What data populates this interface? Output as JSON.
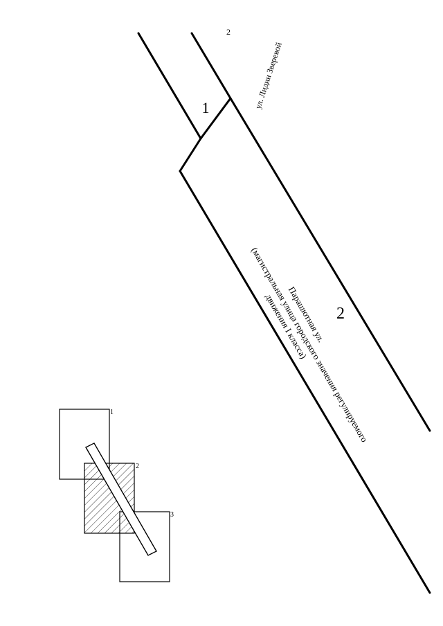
{
  "sheet": {
    "top_label": "2",
    "zone_labels": {
      "zone1": "1",
      "zone2": "2"
    }
  },
  "streets": {
    "lidii_zverevoi": "ул. Лидии Зверевой",
    "parashyutnaya_name": "Парашютная ул.",
    "parashyutnaya_desc_line1": "(магистральная улица городского значения регулируемого",
    "parashyutnaya_desc_line2": "движения  I класса)"
  },
  "index_map": {
    "sheet_labels": [
      "1",
      "2",
      "3"
    ],
    "highlighted_sheet": "2"
  }
}
